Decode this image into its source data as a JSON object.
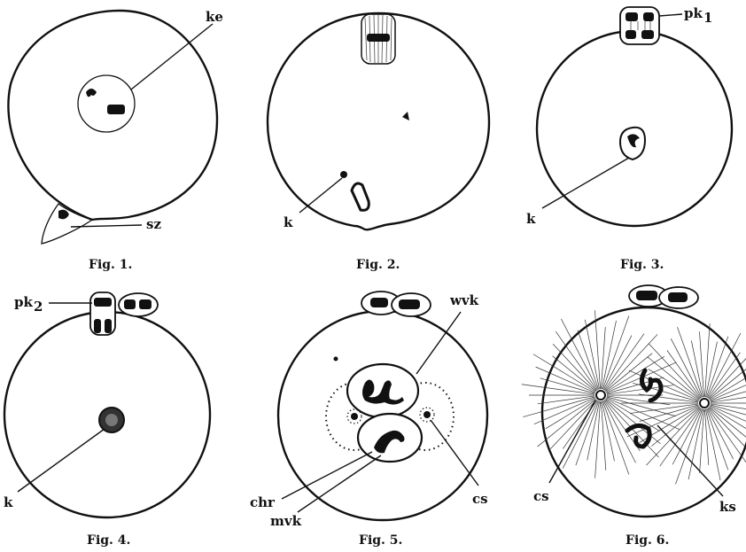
{
  "figures": [
    {
      "caption": "Fig. 1.",
      "labels": [
        "ke",
        "sz"
      ]
    },
    {
      "caption": "Fig. 2.",
      "labels": [
        "k"
      ]
    },
    {
      "caption": "Fig. 3.",
      "labels": [
        "pk",
        "k"
      ]
    },
    {
      "caption": "Fig. 4.",
      "labels": [
        "pk",
        "k"
      ]
    },
    {
      "caption": "Fig. 5.",
      "labels": [
        "wvk",
        "chr",
        "mvk",
        "cs"
      ]
    },
    {
      "caption": "Fig. 6.",
      "labels": [
        "cs",
        "ks"
      ]
    }
  ],
  "subscripts": {
    "fig3_pk": "1",
    "fig4_pk": "2"
  },
  "colors": {
    "ink": "#111111",
    "paper": "#ffffff"
  }
}
